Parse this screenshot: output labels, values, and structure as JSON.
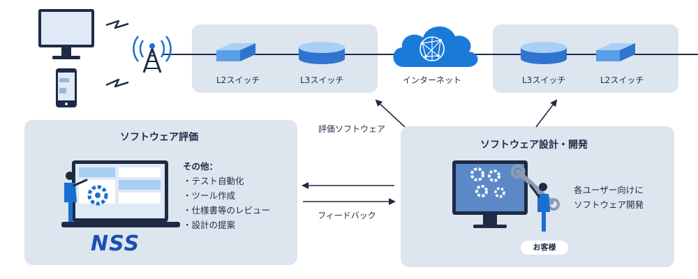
{
  "network": {
    "left_switches": [
      "L2スイッチ",
      "L3スイッチ"
    ],
    "internet": "インターネット",
    "right_switches": [
      "L3スイッチ",
      "L2スイッチ"
    ]
  },
  "evaluation": {
    "title": "ソフトウェア評価",
    "other_heading": "その他：",
    "items": [
      "・テスト自動化",
      "・ツール作成",
      "・仕様書等のレビュー",
      "・設計の提案"
    ],
    "logo": "NSS"
  },
  "arrows": {
    "eval_software": "評価ソフトウェア",
    "feedback": "フィードバック"
  },
  "design": {
    "title": "ソフトウェア設計・開発",
    "description": [
      "各ユーザー向けに",
      "ソフトウェア開発"
    ],
    "customer": "お客様"
  },
  "colors": {
    "panel": "#dde5ef",
    "line": "#1f2a44",
    "accent_blue": "#1a6fd1",
    "cloud": "#1a7ad8"
  }
}
